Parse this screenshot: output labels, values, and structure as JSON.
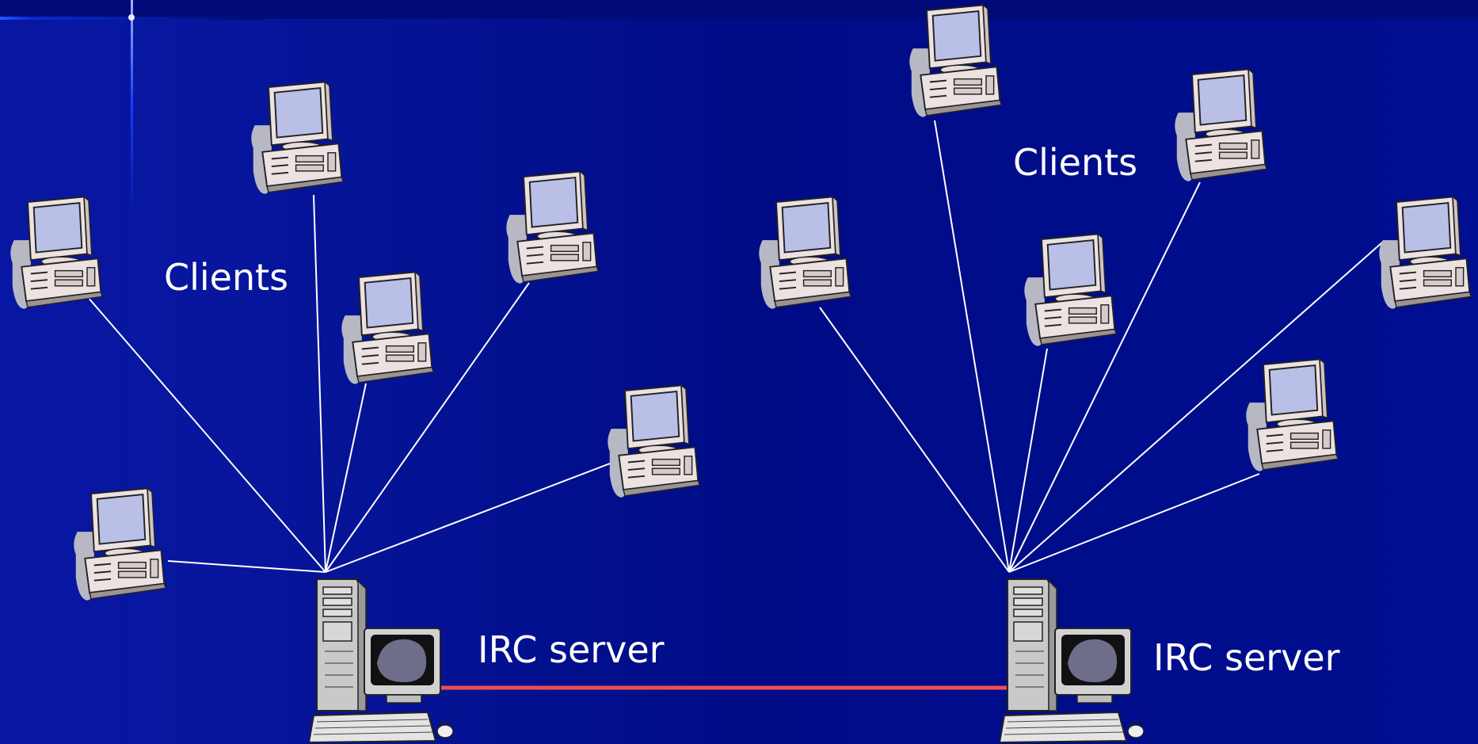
{
  "labels": {
    "clients_left": "Clients",
    "clients_right": "Clients",
    "server_left": "IRC server",
    "server_right": "IRC server"
  },
  "colors": {
    "background": "#000e8c",
    "client_link": "#ffffff",
    "server_link": "#ef4d55"
  },
  "networks": [
    {
      "server": "IRC server",
      "client_count": 6
    },
    {
      "server": "IRC server",
      "client_count": 6
    }
  ],
  "icons": {
    "client": "desktop-computer-icon",
    "server": "tower-server-icon"
  }
}
